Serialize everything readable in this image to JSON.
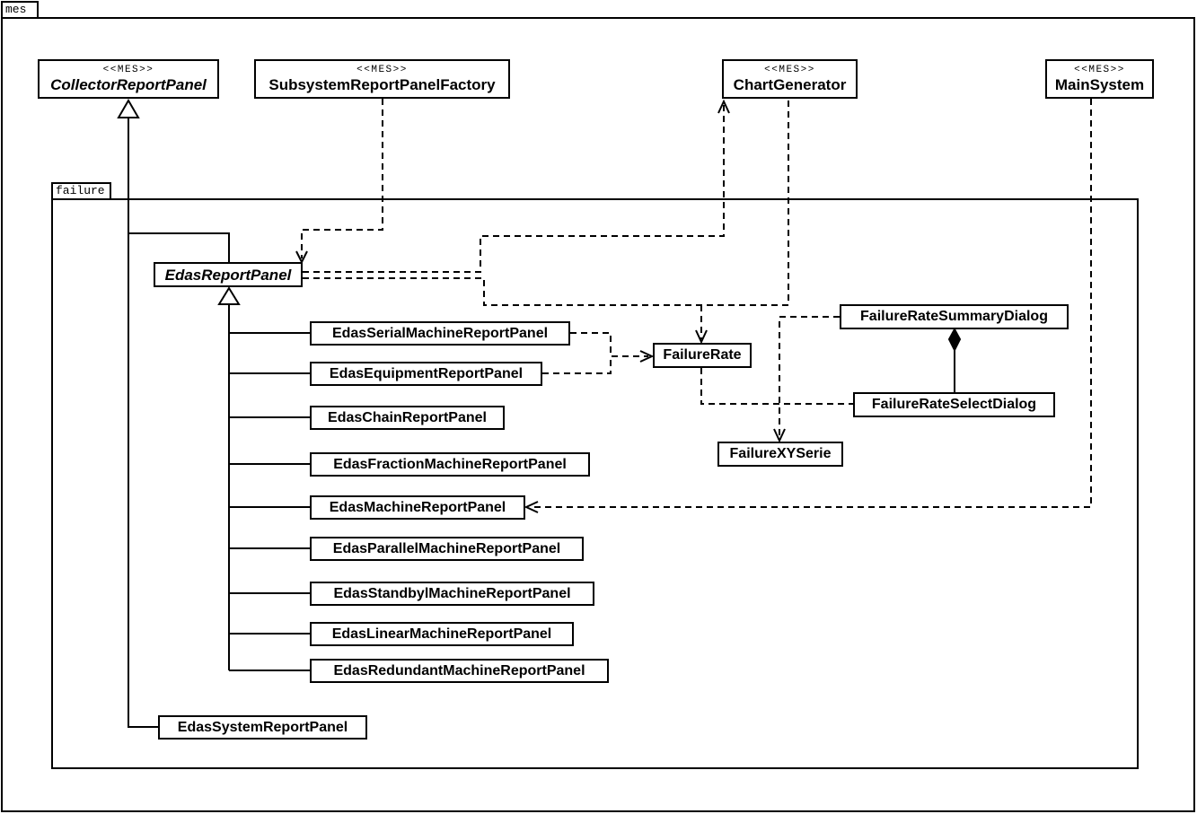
{
  "packages": {
    "outer": {
      "label": "mes"
    },
    "inner": {
      "label": "failure"
    }
  },
  "classes": {
    "collector": {
      "name": "CollectorReportPanel",
      "stereotype": "<<MES>>",
      "abstract": true
    },
    "factory": {
      "name": "SubsystemReportPanelFactory",
      "stereotype": "<<MES>>"
    },
    "chart": {
      "name": "ChartGenerator",
      "stereotype": "<<MES>>"
    },
    "main": {
      "name": "MainSystem",
      "stereotype": "<<MES>>"
    },
    "edas_report": {
      "name": "EdasReportPanel",
      "abstract": true
    },
    "serial": {
      "name": "EdasSerialMachineReportPanel"
    },
    "equipment": {
      "name": "EdasEquipmentReportPanel"
    },
    "chain": {
      "name": "EdasChainReportPanel"
    },
    "fraction": {
      "name": "EdasFractionMachineReportPanel"
    },
    "machine": {
      "name": "EdasMachineReportPanel"
    },
    "parallel": {
      "name": "EdasParallelMachineReportPanel"
    },
    "standbyl": {
      "name": "EdasStandbylMachineReportPanel"
    },
    "linear": {
      "name": "EdasLinearMachineReportPanel"
    },
    "redundant": {
      "name": "EdasRedundantMachineReportPanel"
    },
    "system": {
      "name": "EdasSystemReportPanel"
    },
    "failure_rate": {
      "name": "FailureRate"
    },
    "summary_dialog": {
      "name": "FailureRateSummaryDialog"
    },
    "select_dialog": {
      "name": "FailureRateSelectDialog"
    },
    "xy_serie": {
      "name": "FailureXYSerie"
    }
  },
  "relationships": [
    {
      "from": "EdasReportPanel",
      "to": "CollectorReportPanel",
      "type": "generalization"
    },
    {
      "from": "EdasSystemReportPanel",
      "to": "CollectorReportPanel",
      "type": "generalization"
    },
    {
      "from": "EdasSerialMachineReportPanel",
      "to": "EdasReportPanel",
      "type": "generalization"
    },
    {
      "from": "EdasEquipmentReportPanel",
      "to": "EdasReportPanel",
      "type": "generalization"
    },
    {
      "from": "EdasChainReportPanel",
      "to": "EdasReportPanel",
      "type": "generalization"
    },
    {
      "from": "EdasFractionMachineReportPanel",
      "to": "EdasReportPanel",
      "type": "generalization"
    },
    {
      "from": "EdasMachineReportPanel",
      "to": "EdasReportPanel",
      "type": "generalization"
    },
    {
      "from": "EdasParallelMachineReportPanel",
      "to": "EdasReportPanel",
      "type": "generalization"
    },
    {
      "from": "EdasStandbylMachineReportPanel",
      "to": "EdasReportPanel",
      "type": "generalization"
    },
    {
      "from": "EdasLinearMachineReportPanel",
      "to": "EdasReportPanel",
      "type": "generalization"
    },
    {
      "from": "EdasRedundantMachineReportPanel",
      "to": "EdasReportPanel",
      "type": "generalization"
    },
    {
      "from": "SubsystemReportPanelFactory",
      "to": "EdasReportPanel",
      "type": "dependency"
    },
    {
      "from": "EdasReportPanel",
      "to": "ChartGenerator",
      "type": "dependency"
    },
    {
      "from": "ChartGenerator",
      "to": "FailureRate",
      "type": "dependency"
    },
    {
      "from": "EdasReportPanel",
      "to": "FailureRate",
      "type": "dependency"
    },
    {
      "from": "EdasSerialMachineReportPanel",
      "to": "FailureRate",
      "type": "dependency"
    },
    {
      "from": "EdasEquipmentReportPanel",
      "to": "FailureRate",
      "type": "dependency"
    },
    {
      "from": "FailureRate",
      "to": "FailureRateSelectDialog",
      "type": "dashed-link"
    },
    {
      "from": "FailureRateSummaryDialog",
      "to": "FailureXYSerie",
      "type": "dependency"
    },
    {
      "from": "FailureRateSummaryDialog",
      "to": "FailureRateSelectDialog",
      "type": "composition"
    },
    {
      "from": "MainSystem",
      "to": "EdasMachineReportPanel",
      "type": "dependency"
    }
  ],
  "colors": {
    "line": "#000000",
    "background": "#ffffff",
    "box_fill": "#ffffff"
  }
}
